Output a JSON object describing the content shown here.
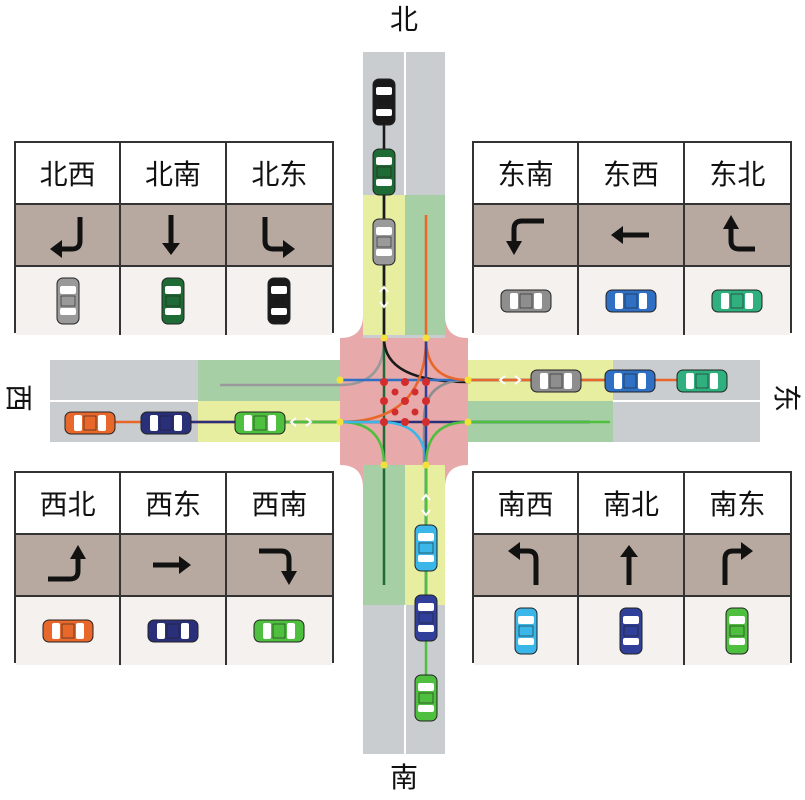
{
  "directions": {
    "north": "北",
    "south": "南",
    "west": "西",
    "east": "东"
  },
  "legends": {
    "north": {
      "items": [
        {
          "label": "北西",
          "arrow": "turn-right-to-west",
          "car_color": "#9a9a9a"
        },
        {
          "label": "北南",
          "arrow": "straight-south",
          "car_color": "#1f6b35"
        },
        {
          "label": "北东",
          "arrow": "turn-left-to-east",
          "car_color": "#1a1a1a"
        }
      ]
    },
    "east": {
      "items": [
        {
          "label": "东南",
          "arrow": "turn-left-to-south",
          "car_color": "#8e8e8e"
        },
        {
          "label": "东西",
          "arrow": "straight-west",
          "car_color": "#2f6fc4"
        },
        {
          "label": "东北",
          "arrow": "turn-right-to-north",
          "car_color": "#2fb07e"
        }
      ]
    },
    "west": {
      "items": [
        {
          "label": "西北",
          "arrow": "turn-left-to-north",
          "car_color": "#e8672a"
        },
        {
          "label": "西东",
          "arrow": "straight-east",
          "car_color": "#2a2f7a"
        },
        {
          "label": "西南",
          "arrow": "turn-right-to-south",
          "car_color": "#4fbf3f"
        }
      ]
    },
    "south": {
      "items": [
        {
          "label": "南西",
          "arrow": "turn-left-to-west",
          "car_color": "#3ab6e8"
        },
        {
          "label": "南北",
          "arrow": "straight-north",
          "car_color": "#2f3f9a"
        },
        {
          "label": "南东",
          "arrow": "turn-right-to-east",
          "car_color": "#4fbf3f"
        }
      ]
    }
  },
  "colors": {
    "road": "#c9cdd0",
    "zone_green": "#a6cfa6",
    "zone_yellow": "#e8eea0",
    "conflict_zone": "#e7a9a9",
    "lane_line": "#ffffff",
    "conflict_point": "#d32c2c",
    "crossing_marker": "#f2e23a"
  },
  "vehicles_north_road": [
    "#1a1a1a",
    "#1f6b35",
    "#9a9a9a"
  ],
  "vehicles_east_road": [
    "#8e8e8e",
    "#2f6fc4",
    "#2fb07e"
  ],
  "vehicles_west_road": [
    "#e8672a",
    "#2a2f7a",
    "#4fbf3f"
  ],
  "vehicles_south_road": [
    "#3ab6e8",
    "#2f3f9a",
    "#4fbf3f"
  ]
}
